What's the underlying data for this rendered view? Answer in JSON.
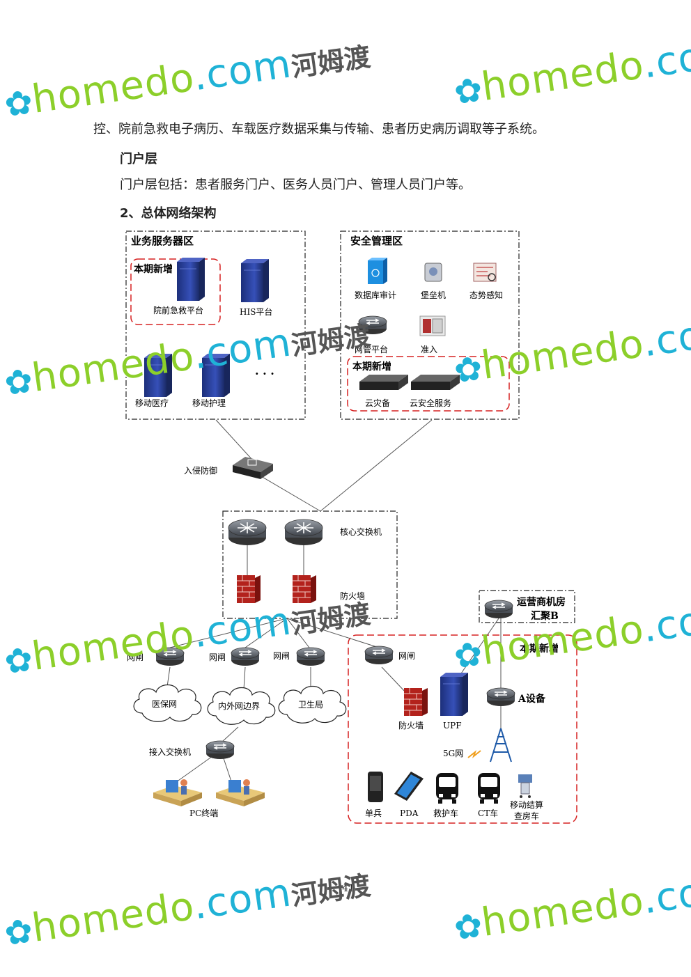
{
  "document": {
    "para1": "控、院前急救电子病历、车载医疗数据采集与传输、患者历史病历调取等子系统。",
    "heading_portal": "门户层",
    "para_portal": "门户层包括：患者服务门户、医务人员门户、管理人员门户等。",
    "heading_network": "2、总体网络架构",
    "page_number": "41"
  },
  "watermark": {
    "brand": "homedo",
    "dotcom": ".com",
    "cn": "河姆渡"
  },
  "diagram": {
    "zone_business": "业务服务器区",
    "zone_security": "安全管理区",
    "new_label": "本期新增",
    "servers": {
      "prehospital": "院前急救平台",
      "his": "HIS平台",
      "mobile_medical": "移动医疗",
      "mobile_nursing": "移动护理",
      "ellipsis": "· · ·"
    },
    "security_items": {
      "db_audit": "数据库审计",
      "bastion": "堡垒机",
      "situation": "态势感知",
      "netmgmt": "网管平台",
      "access": "准入",
      "cloud_backup": "云灾备",
      "cloud_security": "云安全服务"
    },
    "ips": "入侵防御",
    "core_switch": "核心交换机",
    "firewall": "防火墙",
    "gateway": "网闸",
    "clouds": {
      "medical_insurance": "医保网",
      "boundary": "内外网边界",
      "health_bureau": "卫生局"
    },
    "access_switch": "接入交换机",
    "pc_terminal": "PC终端",
    "operator_line1": "运营商机房",
    "operator_line2": "汇聚B",
    "a_device": "A设备",
    "firewall2": "防火墙",
    "upf": "UPF",
    "net5g": "5G网",
    "devices": {
      "soldier": "单兵",
      "pda": "PDA",
      "ambulance": "救护车",
      "ct": "CT车",
      "cart_line1": "移动结算",
      "cart_line2": "查房车"
    }
  }
}
